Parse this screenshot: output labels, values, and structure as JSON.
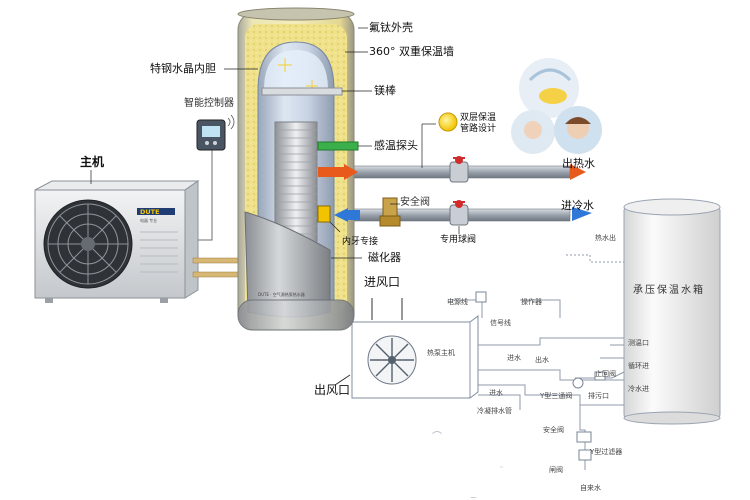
{
  "labels": {
    "shell": "氟钛外壳",
    "insulation": "360° 双重保温墙",
    "inner_tank": "特钢水晶内胆",
    "anode": "镁棒",
    "controller": "智能控制器",
    "sensor": "感温探头",
    "dual_insulated_line1": "双层保温",
    "dual_insulated_line2": "管路设计",
    "hot_water_out": "出热水",
    "main_unit": "主机",
    "safety_valve": "安全阀",
    "cold_water_in": "进冷水",
    "internal_joint": "内牙专接",
    "ball_valve": "专用球阀",
    "magnetizer": "磁化器"
  },
  "unit_brand": "DUTE",
  "unit_sub": "电器 专业",
  "tank_stamp": "DUTE · 空气源热泵热水器",
  "schematic": {
    "air_in": "进风口",
    "air_out": "出风口",
    "tank": "承压保温水箱",
    "heat_pump": "热泵主机",
    "power": "电源线",
    "control_panel": "操作器",
    "cable": "信号线",
    "outflow": "出水",
    "inflow": "进水",
    "condensate": "冷凝排水管",
    "hot_water": "热水出",
    "temp_port": "测温口",
    "circulation_in": "循环进",
    "cold_in": "冷水进",
    "drain": "排污口",
    "check_valve": "止回阀",
    "y_valve": "Y型三通阀",
    "safety": "安全阀",
    "y_filter": "Y型过滤器",
    "valve": "闸阀",
    "tap_water": "自来水"
  },
  "colors": {
    "hot_pipe": "#e85a1c",
    "cold_pipe": "#2f78d8",
    "sensor_pipe": "#3bb04a",
    "tank_shell": "#ece08f",
    "tank_inner": "#b8c7dc",
    "sun": "#f7d21a"
  },
  "icons": [
    "fan-icon",
    "thermostat-icon",
    "sun-icon",
    "water-splash-photo",
    "person-photo"
  ]
}
